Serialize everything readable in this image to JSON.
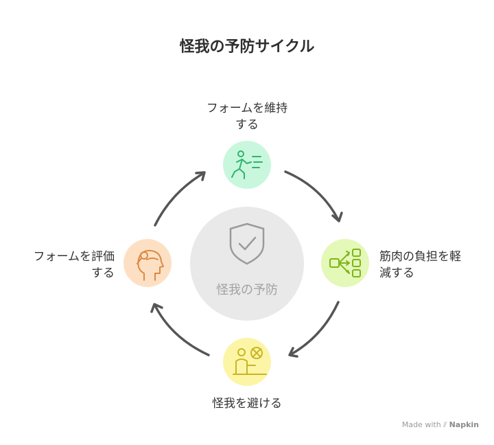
{
  "title": "怪我の予防サイクル",
  "center": {
    "label": "怪我の予防"
  },
  "steps": [
    {
      "line1": "フォームを維持",
      "line2": "する",
      "color": "#c9f7dd",
      "stroke": "#2fb36e",
      "icon": "running-person-icon"
    },
    {
      "line1": "筋肉の負担を軽",
      "line2": "減する",
      "color": "#e4f8b8",
      "stroke": "#7eb51c",
      "icon": "distribution-icon"
    },
    {
      "line1": "怪我を避ける",
      "line2": "",
      "color": "#fcf5a6",
      "stroke": "#c9b524",
      "icon": "person-blocked-icon"
    },
    {
      "line1": "フォームを評価",
      "line2": "する",
      "color": "#fde0c3",
      "stroke": "#d98a46",
      "icon": "head-assessment-icon"
    }
  ],
  "watermark": {
    "prefix": "Made with",
    "brand": "Napkin"
  }
}
